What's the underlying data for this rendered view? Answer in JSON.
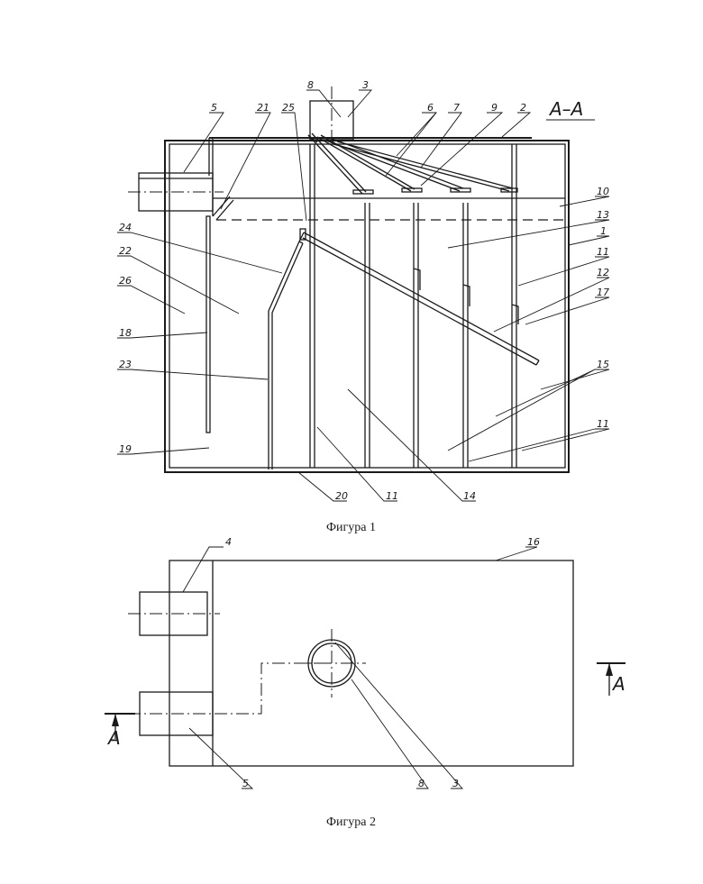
{
  "figure1": {
    "section_title": "А–А",
    "caption": "Фигура 1",
    "labels": {
      "l1": "1",
      "l2": "2",
      "l3": "3",
      "l5": "5",
      "l6": "6",
      "l7": "7",
      "l8": "8",
      "l9": "9",
      "l10": "10",
      "l11a": "11",
      "l11b": "11",
      "l11c": "11",
      "l12": "12",
      "l13": "13",
      "l14": "14",
      "l15": "15",
      "l17": "17",
      "l18": "18",
      "l19": "19",
      "l20": "20",
      "l21": "21",
      "l22": "22",
      "l23": "23",
      "l24": "24",
      "l25": "25",
      "l26": "26"
    }
  },
  "figure2": {
    "caption": "Фигура 2",
    "labels": {
      "l3": "3",
      "l4": "4",
      "l5": "5",
      "l8": "8",
      "l16": "16"
    },
    "section_mark": "А"
  }
}
